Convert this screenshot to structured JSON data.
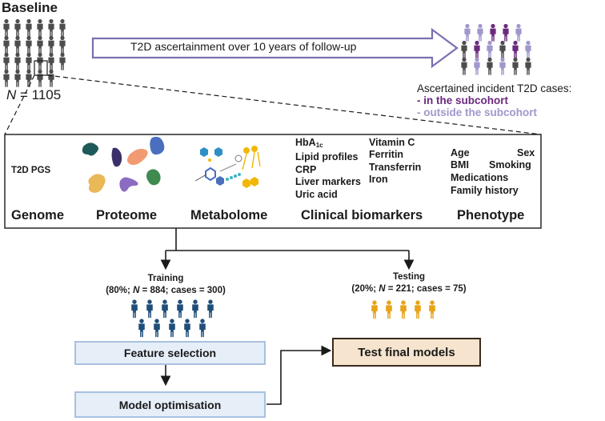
{
  "baseline": {
    "title": "Baseline",
    "n_italic": "N",
    "n_value": " = 1105"
  },
  "followup_label": "T2D ascertainment over 10 years of follow-up",
  "ascertained": {
    "title": "Ascertained incident T2D cases:",
    "in_subcohort": "- in the subcohort",
    "outside_subcohort": "- outside the subcohort"
  },
  "data_panel": {
    "genome_feature": "T2D PGS",
    "clinical_col1": [
      "HbA",
      "Lipid profiles",
      "CRP",
      "Liver markers",
      "Uric acid"
    ],
    "hba_subscript": "1c",
    "clinical_col2": [
      "Vitamin C",
      "Ferritin",
      "Transferrin",
      "Iron"
    ],
    "phenotype": {
      "age": "Age",
      "sex": "Sex",
      "bmi": "BMI",
      "smoking": "Smoking",
      "medications": "Medications",
      "family_history": "Family history"
    },
    "categories": [
      "Genome",
      "Proteome",
      "Metabolome",
      "Clinical biomarkers",
      "Phenotype"
    ]
  },
  "training": {
    "title": "Training",
    "detail_prefix": "(80%; ",
    "n_italic": "N",
    "detail_suffix": " = 884; cases = 300)"
  },
  "testing": {
    "title": "Testing",
    "detail_prefix": "(20%; ",
    "n_italic": "N",
    "detail_suffix": " = 221; cases = 75)"
  },
  "steps": {
    "feature_selection": "Feature selection",
    "model_optimisation": "Model optimisation",
    "test_final_models": "Test final models"
  },
  "colors": {
    "person_grey": "#4d4d4d",
    "purple_dark": "#6b2a7e",
    "purple_light": "#a197cc",
    "training_blue": "#1f4e79",
    "testing_orange": "#e8a317",
    "arrow_outline": "#7a6fb0",
    "blue_box_fill": "#e6eef8",
    "tan_box_fill": "#f6e4cf"
  }
}
